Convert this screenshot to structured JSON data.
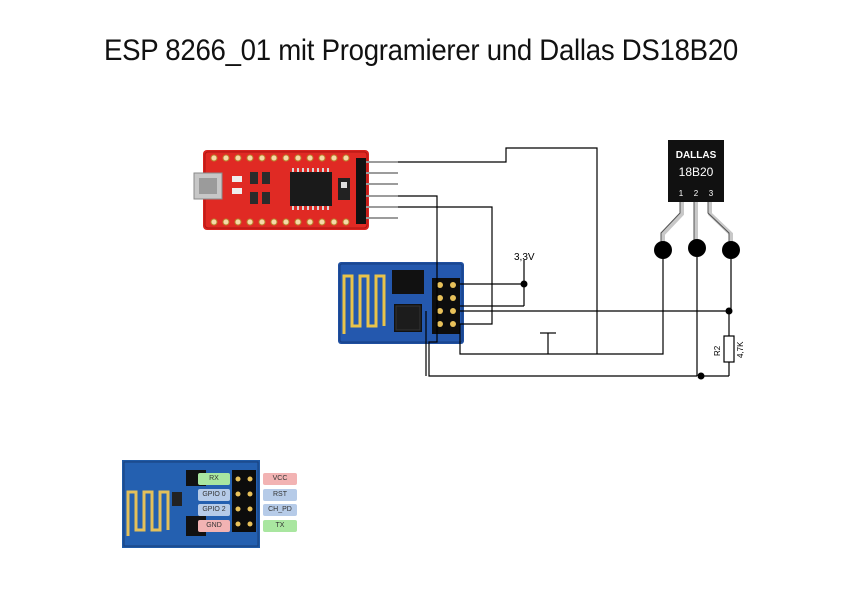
{
  "title": "ESP 8266_01 mit Programierer und Dallas DS18B20",
  "sensor": {
    "brand": "DALLAS",
    "model": "18B20",
    "pins": [
      "1",
      "2",
      "3"
    ]
  },
  "power": {
    "label": "3,3V"
  },
  "resistor": {
    "name": "R2",
    "value": "4,7K"
  },
  "pinout": {
    "left": [
      {
        "label": "RX",
        "color": "#a9e6a0"
      },
      {
        "label": "GPIO 0",
        "color": "#b6cbe8"
      },
      {
        "label": "GPIO 2",
        "color": "#b6cbe8"
      },
      {
        "label": "GND",
        "color": "#f2b3b3"
      }
    ],
    "right": [
      {
        "label": "VCC",
        "color": "#f2b3b3"
      },
      {
        "label": "RST",
        "color": "#b6cbe8"
      },
      {
        "label": "CH_PD",
        "color": "#b6cbe8"
      },
      {
        "label": "TX",
        "color": "#a9e6a0"
      }
    ]
  }
}
